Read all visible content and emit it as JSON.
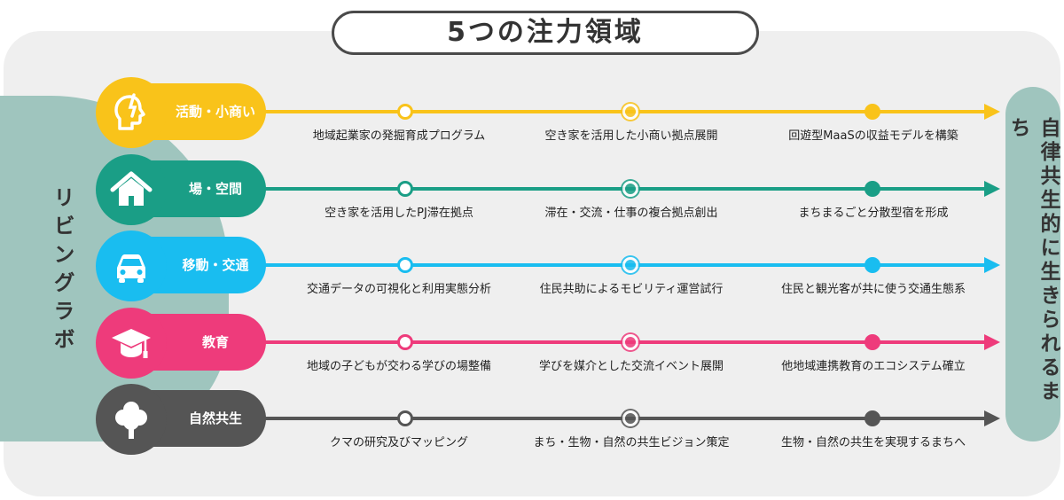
{
  "title": "5つの注力領域",
  "left_label": "リビングラボ",
  "right_label": "自律共生的に生きられるまち",
  "areas": [
    {
      "label": "活動・小商い",
      "icon": "head-lightbulb-icon",
      "color": "#f9c31a",
      "milestones": [
        "地域起業家の発掘育成プログラム",
        "空き家を活用した小商い拠点展開",
        "回遊型MaaSの収益モデルを構築"
      ]
    },
    {
      "label": "場・空間",
      "icon": "house-icon",
      "color": "#1a9e86",
      "milestones": [
        "空き家を活用したPJ滞在拠点",
        "滞在・交流・仕事の複合拠点創出",
        "まちまるごと分散型宿を形成"
      ]
    },
    {
      "label": "移動・交通",
      "icon": "car-icon",
      "color": "#19bdf0",
      "milestones": [
        "交通データの可視化と利用実態分析",
        "住民共助によるモビリティ運営試行",
        "住民と観光客が共に使う交通生態系"
      ]
    },
    {
      "label": "教育",
      "icon": "graduation-cap-icon",
      "color": "#ee3b7b",
      "milestones": [
        "地域の子どもが交わる学びの場整備",
        "学びを媒介とした交流イベント展開",
        "他地域連携教育のエコシステム確立"
      ]
    },
    {
      "label": "自然共生",
      "icon": "tree-icon",
      "color": "#555555",
      "milestones": [
        "クマの研究及びマッピング",
        "まち・生物・自然の共生ビジョン策定",
        "生物・自然の共生を実現するまちへ"
      ]
    }
  ]
}
